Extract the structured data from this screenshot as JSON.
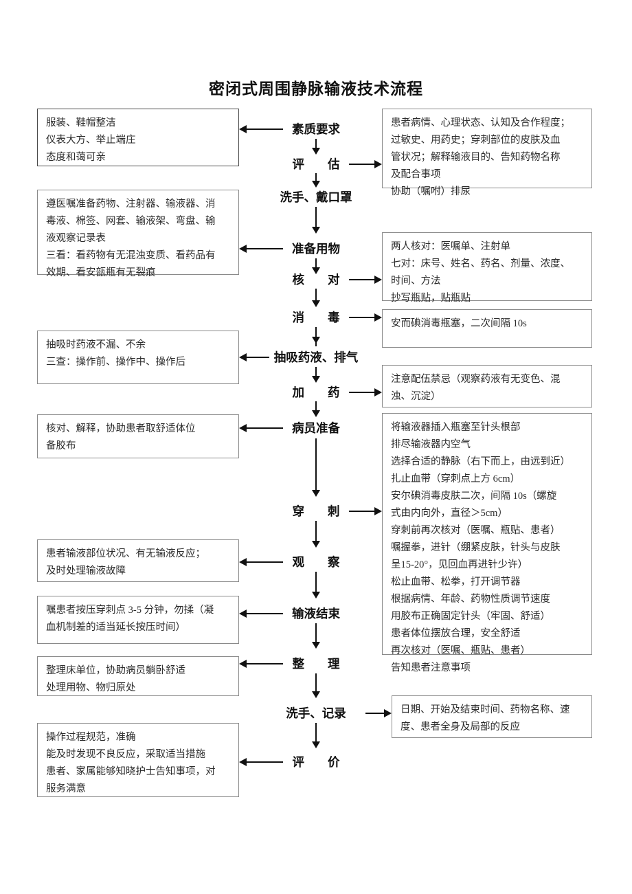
{
  "title": "密闭式周围静脉输液技术流程",
  "stages": [
    {
      "id": "stage-suzhiyaoqiu",
      "label": "素质要求"
    },
    {
      "id": "stage-pinggu",
      "label": "评",
      "label2": "估"
    },
    {
      "id": "stage-xishoudaikouzhao",
      "label": "洗手、戴口罩"
    },
    {
      "id": "stage-zhunbeiyongwu",
      "label": "准备用物"
    },
    {
      "id": "stage-hedui",
      "label": "核",
      "label2": "对"
    },
    {
      "id": "stage-xiaodu",
      "label": "消",
      "label2": "毒"
    },
    {
      "id": "stage-chouxipaiqi",
      "label": "抽吸药液、排气"
    },
    {
      "id": "stage-jiayao",
      "label": "加",
      "label2": "药"
    },
    {
      "id": "stage-bingyuanzhunbei",
      "label": "病员准备"
    },
    {
      "id": "stage-chuanci",
      "label": "穿",
      "label2": "刺"
    },
    {
      "id": "stage-guancha",
      "label": "观",
      "label2": "察"
    },
    {
      "id": "stage-shuyejieshu",
      "label": "输液结束"
    },
    {
      "id": "stage-zhengli",
      "label": "整",
      "label2": "理"
    },
    {
      "id": "stage-xishoujilu",
      "label": "洗手、记录"
    },
    {
      "id": "stage-pingjia",
      "label": "评",
      "label2": "价"
    }
  ],
  "left_boxes": [
    {
      "id": "left-box-suzhi",
      "lines": [
        "服装、鞋帽整洁",
        "仪表大方、举止端庄",
        "态度和蔼可亲"
      ]
    },
    {
      "id": "left-box-zhunbeiyongwu",
      "lines": [
        "遵医嘱准备药物、注射器、输液器、消",
        "毒液、棉签、网套、输液架、弯盘、输",
        "液观察记录表",
        "三看：看药物有无混浊变质、看药品有",
        "效期、看安瓿瓶有无裂痕"
      ]
    },
    {
      "id": "left-box-chouxiyaoye",
      "lines": [
        "抽吸时药液不漏、不余",
        "三查：操作前、操作中、操作后"
      ]
    },
    {
      "id": "left-box-bingyuanzhunbei",
      "lines": [
        "核对、解释，协助患者取舒适体位",
        "备胶布"
      ]
    },
    {
      "id": "left-box-guancha",
      "lines": [
        "患者输液部位状况、有无输液反应；",
        "及时处理输液故障"
      ]
    },
    {
      "id": "left-box-shuyejieshu",
      "lines": [
        "嘱患者按压穿刺点 3-5 分钟，勿揉（凝",
        "血机制差的适当延长按压时间）"
      ]
    },
    {
      "id": "left-box-zhengli",
      "lines": [
        "整理床单位，协助病员躺卧舒适",
        "处理用物、物归原处"
      ]
    },
    {
      "id": "left-box-pingjia",
      "lines": [
        "操作过程规范，准确",
        "能及时发现不良反应，采取适当措施",
        "患者、家属能够知晓护士告知事项，对",
        "服务满意"
      ]
    }
  ],
  "right_boxes": [
    {
      "id": "right-box-pinggu",
      "lines": [
        "患者病情、心理状态、认知及合作程度；",
        "过敏史、用药史；穿刺部位的皮肤及血",
        "管状况；解释输液目的、告知药物名称",
        "及配合事项",
        "协助（嘱咐）排尿"
      ]
    },
    {
      "id": "right-box-hedui",
      "lines": [
        "两人核对：医嘱单、注射单",
        "七对：床号、姓名、药名、剂量、浓度、",
        "时间、方法",
        "抄写瓶贴，贴瓶贴"
      ]
    },
    {
      "id": "right-box-xiaodu",
      "lines": [
        "安而碘消毒瓶塞，二次间隔 10s"
      ]
    },
    {
      "id": "right-box-jiayao",
      "lines": [
        "注意配伍禁忌（观察药液有无变色、混",
        "浊、沉淀）"
      ]
    },
    {
      "id": "right-box-chuanci",
      "lines": [
        "将输液器插入瓶塞至针头根部",
        "排尽输液器内空气",
        "选择合适的静脉（右下而上，由远到近）",
        "扎止血带（穿刺点上方 6cm）",
        "安尔碘消毒皮肤二次，间隔 10s（螺旋",
        "式由内向外，直径＞5cm）",
        "穿刺前再次核对（医嘱、瓶贴、患者）",
        "嘱握拳，进针（绷紧皮肤，针头与皮肤",
        "呈15-20°，见回血再进针少许）",
        "松止血带、松拳，打开调节器",
        "根据病情、年龄、药物性质调节速度",
        "用胶布正确固定针头（牢固、舒适）",
        "患者体位摆放合理，安全舒适",
        "再次核对（医嘱、瓶贴、患者）",
        "告知患者注意事项"
      ]
    },
    {
      "id": "right-box-xishoujilu",
      "lines": [
        "日期、开始及结束时间、药物名称、速",
        "度、患者全身及局部的反应"
      ]
    }
  ]
}
